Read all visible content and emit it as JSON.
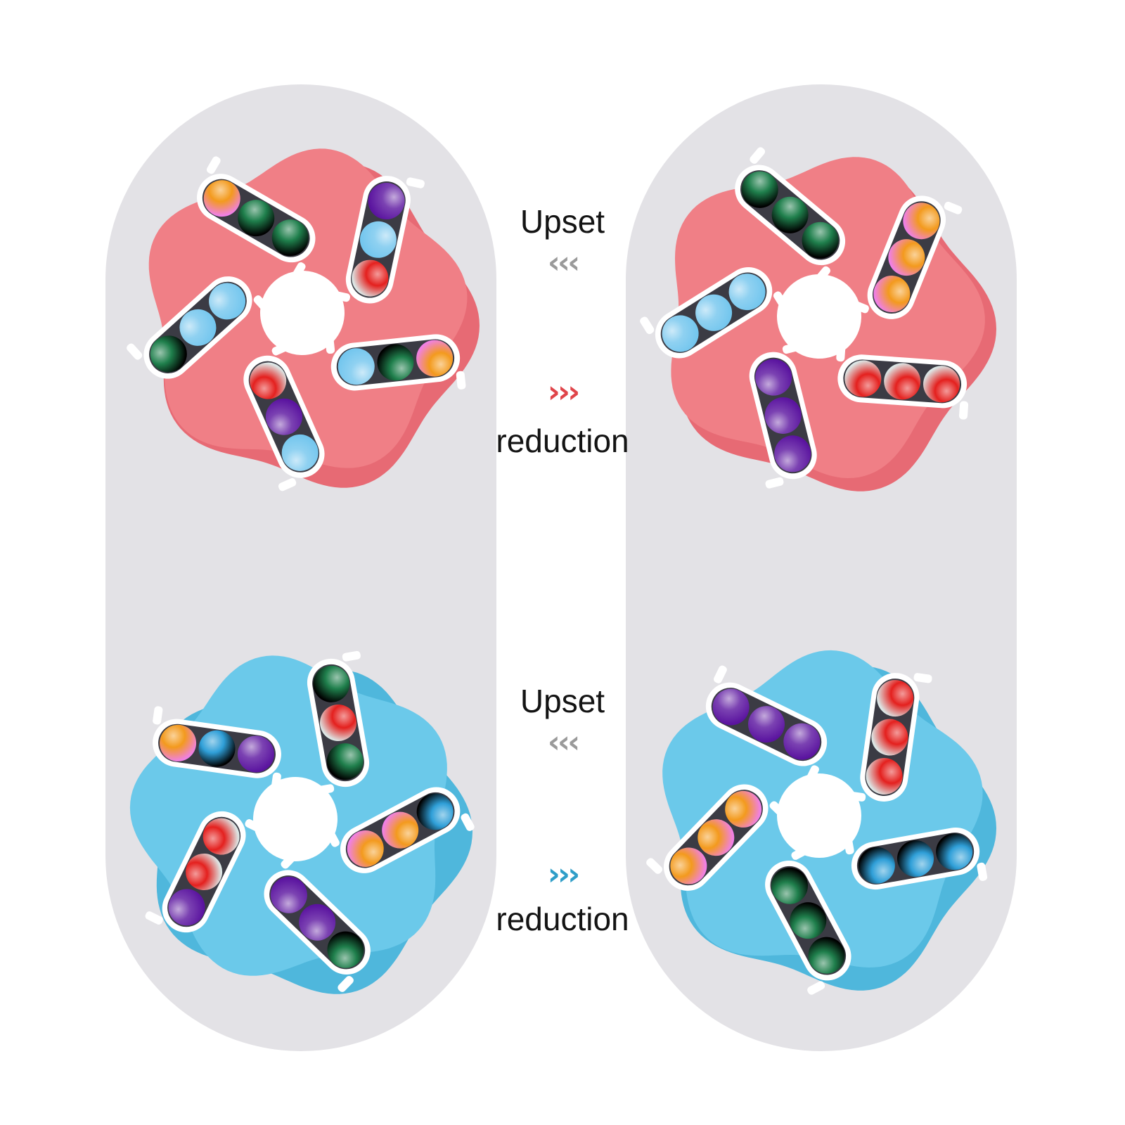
{
  "labels": {
    "top_upset": "Upset",
    "top_reduction": "reduction",
    "bottom_upset": "Upset",
    "bottom_reduction": "reduction"
  },
  "arrows": {
    "left": "‹‹‹",
    "right": "›››"
  },
  "icons": {
    "upset_arrows": "triple-chevron-left-icon",
    "reduction_arrows": "triple-chevron-right-icon"
  },
  "colors": {
    "pill_background": "#e3e2e6",
    "pink_body": "#f07f86",
    "pink_shadow": "#e76a74",
    "blue_body": "#6bc9ea",
    "blue_shadow": "#4fb7dc",
    "arrow_gray": "#9a9a9a",
    "arrow_red": "#e0454a",
    "arrow_teal": "#2f9ec8",
    "bead_green": "#1f7f4c",
    "bead_lightblue": "#8fd1f1",
    "bead_orange": "#f39a1d",
    "bead_purple": "#7b42b2",
    "bead_red": "#e4201e",
    "bead_blue": "#2f9fd8"
  },
  "spinners": [
    {
      "id": "pink-shuffled",
      "body": "pink_body",
      "shadow": "pink_shadow",
      "rotation": -8,
      "slots": [
        [
          "bead_green",
          "bead_lightblue",
          "bead_lightblue"
        ],
        [
          "bead_orange",
          "bead_green",
          "bead_green"
        ],
        [
          "bead_purple",
          "bead_lightblue",
          "bead_red"
        ],
        [
          "bead_orange",
          "bead_green",
          "bead_lightblue"
        ],
        [
          "bead_lightblue",
          "bead_purple",
          "bead_red"
        ]
      ]
    },
    {
      "id": "pink-sorted",
      "body": "pink_body",
      "shadow": "pink_shadow",
      "rotation": 2,
      "slots": [
        [
          "bead_lightblue",
          "bead_lightblue",
          "bead_lightblue"
        ],
        [
          "bead_green",
          "bead_green",
          "bead_green"
        ],
        [
          "bead_orange",
          "bead_orange",
          "bead_orange"
        ],
        [
          "bead_red",
          "bead_red",
          "bead_red"
        ],
        [
          "bead_purple",
          "bead_purple",
          "bead_purple"
        ]
      ]
    },
    {
      "id": "blue-shuffled",
      "body": "blue_body",
      "shadow": "blue_shadow",
      "rotation": -30,
      "slots": [
        [
          "bead_purple",
          "bead_red",
          "bead_red"
        ],
        [
          "bead_orange",
          "bead_blue",
          "bead_purple"
        ],
        [
          "bead_green",
          "bead_red",
          "bead_green"
        ],
        [
          "bead_blue",
          "bead_orange",
          "bead_orange"
        ],
        [
          "bead_green",
          "bead_purple",
          "bead_purple"
        ]
      ]
    },
    {
      "id": "blue-sorted",
      "body": "blue_body",
      "shadow": "blue_shadow",
      "rotation": -12,
      "slots": [
        [
          "bead_orange",
          "bead_orange",
          "bead_orange"
        ],
        [
          "bead_purple",
          "bead_purple",
          "bead_purple"
        ],
        [
          "bead_red",
          "bead_red",
          "bead_red"
        ],
        [
          "bead_blue",
          "bead_blue",
          "bead_blue"
        ],
        [
          "bead_green",
          "bead_green",
          "bead_green"
        ]
      ]
    }
  ]
}
